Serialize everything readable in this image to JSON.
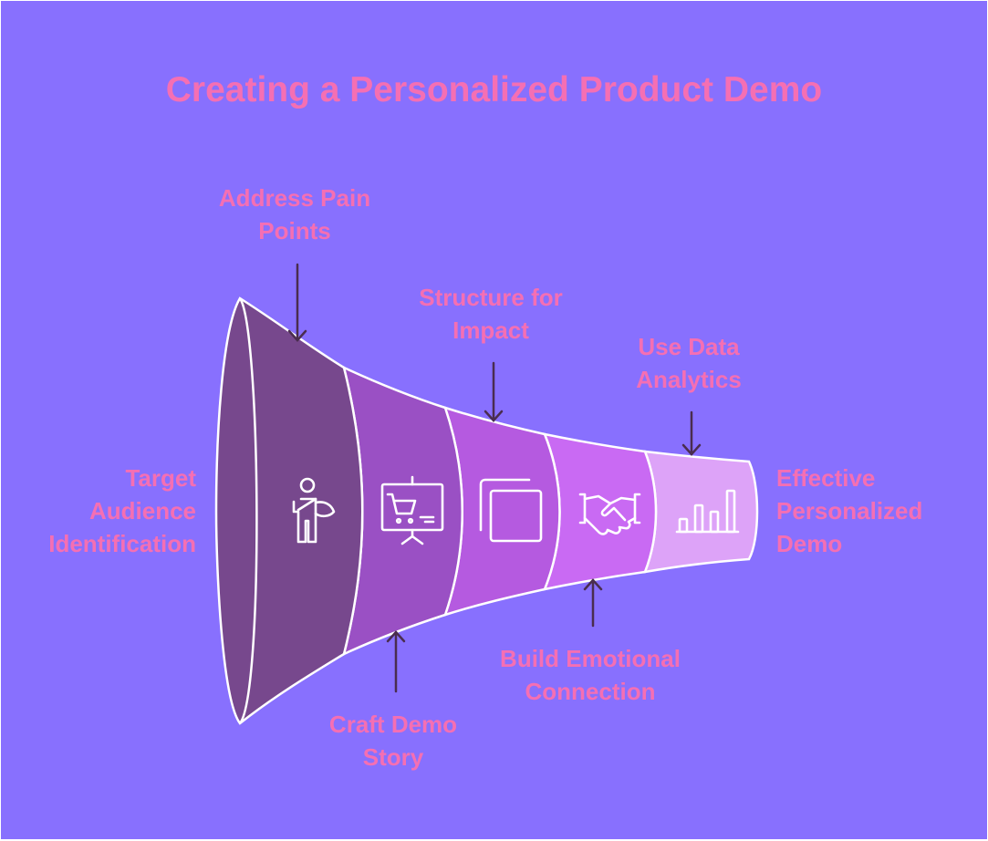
{
  "title": "Creating a Personalized Product Demo",
  "colors": {
    "background": "#8870fe",
    "label_text": "#f56fb3",
    "stage_1": "#77488d",
    "stage_2": "#9a50c4",
    "stage_3": "#b55ae0",
    "stage_4": "#c96af3",
    "stage_5": "#dda3f8",
    "outline": "#ffffff",
    "arrow": "#4a2d4f"
  },
  "start_label": [
    "Target",
    "Audience",
    "Identification"
  ],
  "end_label": [
    "Effective",
    "Personalized",
    "Demo"
  ],
  "stages": [
    {
      "label": [
        "Address Pain",
        "Points"
      ],
      "icon": "person-with-sling-icon",
      "position": "top"
    },
    {
      "label": [
        "Craft Demo",
        "Story"
      ],
      "icon": "presentation-cart-icon",
      "position": "bottom"
    },
    {
      "label": [
        "Structure for",
        "Impact"
      ],
      "icon": "stacked-windows-icon",
      "position": "top"
    },
    {
      "label": [
        "Build Emotional",
        "Connection"
      ],
      "icon": "handshake-icon",
      "position": "bottom"
    },
    {
      "label": [
        "Use Data",
        "Analytics"
      ],
      "icon": "bar-chart-icon",
      "position": "top"
    }
  ]
}
